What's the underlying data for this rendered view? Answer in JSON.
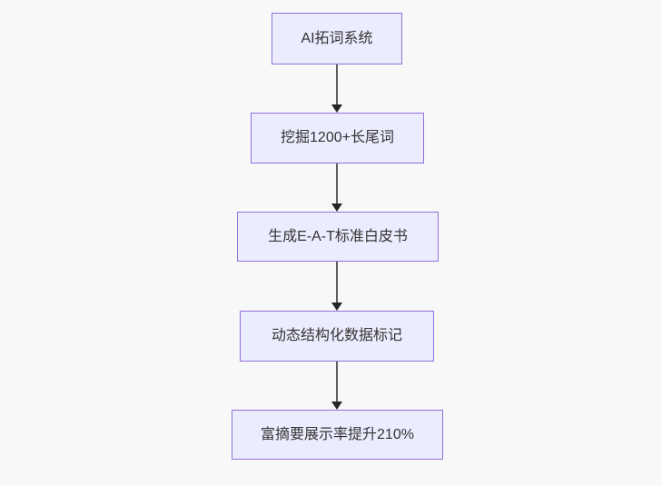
{
  "page": {
    "background_color": "#f8f8f8"
  },
  "diagram": {
    "type": "flowchart",
    "direction": "top-down",
    "colors": {
      "node_fill": "#ececff",
      "node_border": "#9370db",
      "node_text": "#333333",
      "edge_line": "#5d5d5d",
      "edge_arrowhead": "#262626"
    },
    "nodes": [
      {
        "id": "n0",
        "label": "AI拓词系统"
      },
      {
        "id": "n1",
        "label": "挖掘1200+长尾词"
      },
      {
        "id": "n2",
        "label": "生成E-A-T标准白皮书"
      },
      {
        "id": "n3",
        "label": "动态结构化数据标记"
      },
      {
        "id": "n4",
        "label": "富摘要展示率提升210%"
      }
    ],
    "edges": [
      {
        "from": "n0",
        "to": "n1",
        "arrow": "down"
      },
      {
        "from": "n1",
        "to": "n2",
        "arrow": "down"
      },
      {
        "from": "n2",
        "to": "n3",
        "arrow": "down"
      },
      {
        "from": "n3",
        "to": "n4",
        "arrow": "down"
      }
    ]
  }
}
